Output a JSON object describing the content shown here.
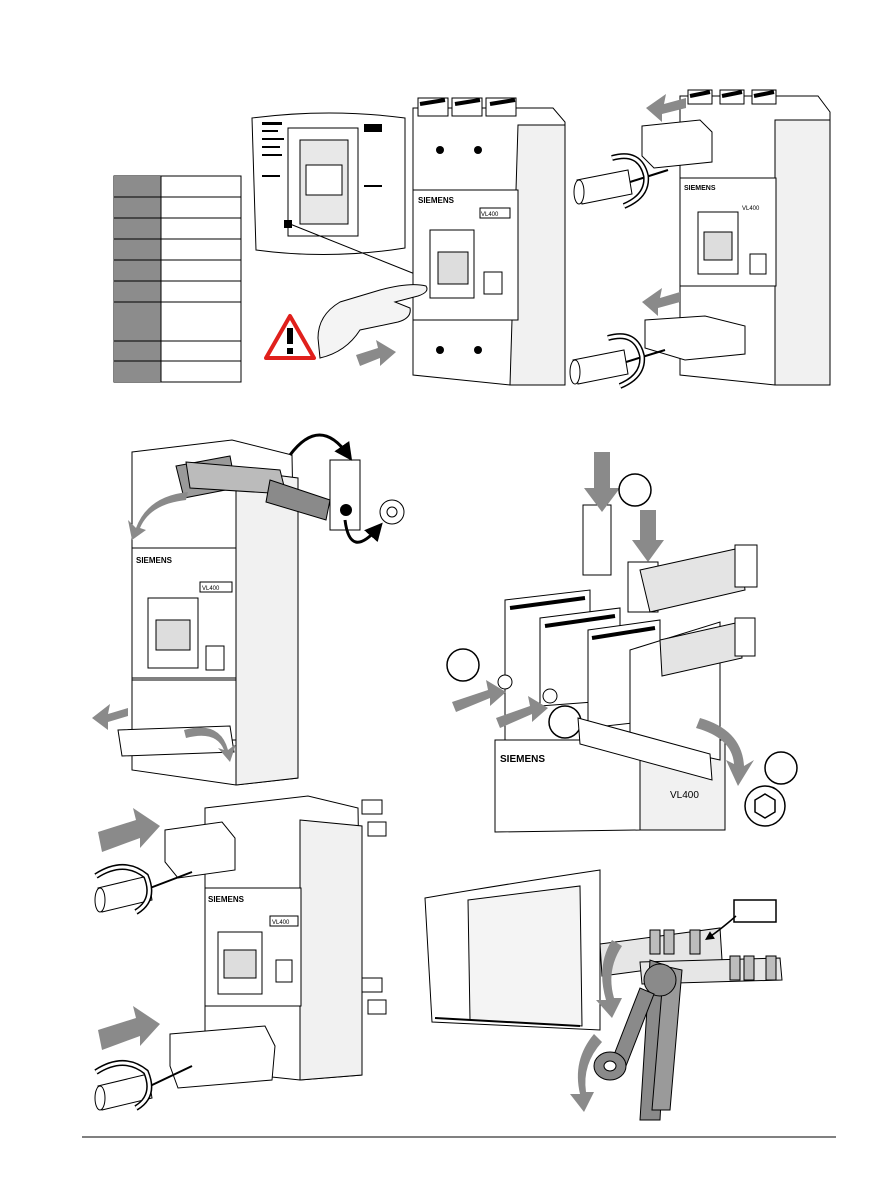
{
  "page": {
    "background": "#ffffff"
  },
  "legend_table": {
    "rows": 9,
    "shaded_color": "#8c8c8c"
  },
  "panels": {
    "panel1": {
      "brand": "SIEMENS",
      "model": "VL400"
    },
    "panel2": {
      "brand": "SIEMENS",
      "model": "VL400"
    },
    "panel3": {
      "brand": "SIEMENS",
      "model": "VL400"
    },
    "panel4": {
      "brand": "SIEMENS",
      "model": "VL400"
    },
    "panel5": {
      "brand": "SIEMENS",
      "model": "VL400"
    }
  },
  "colors": {
    "arrow": "#8a8a8a",
    "warning": "#e0201c",
    "line": "#000000",
    "breaker_shade": "#d8d8d8"
  },
  "icons": [
    "warning-triangle-icon",
    "hand-icon",
    "screwdriver-icon",
    "hex-wrench-icon",
    "rotate-arrow-icon"
  ]
}
